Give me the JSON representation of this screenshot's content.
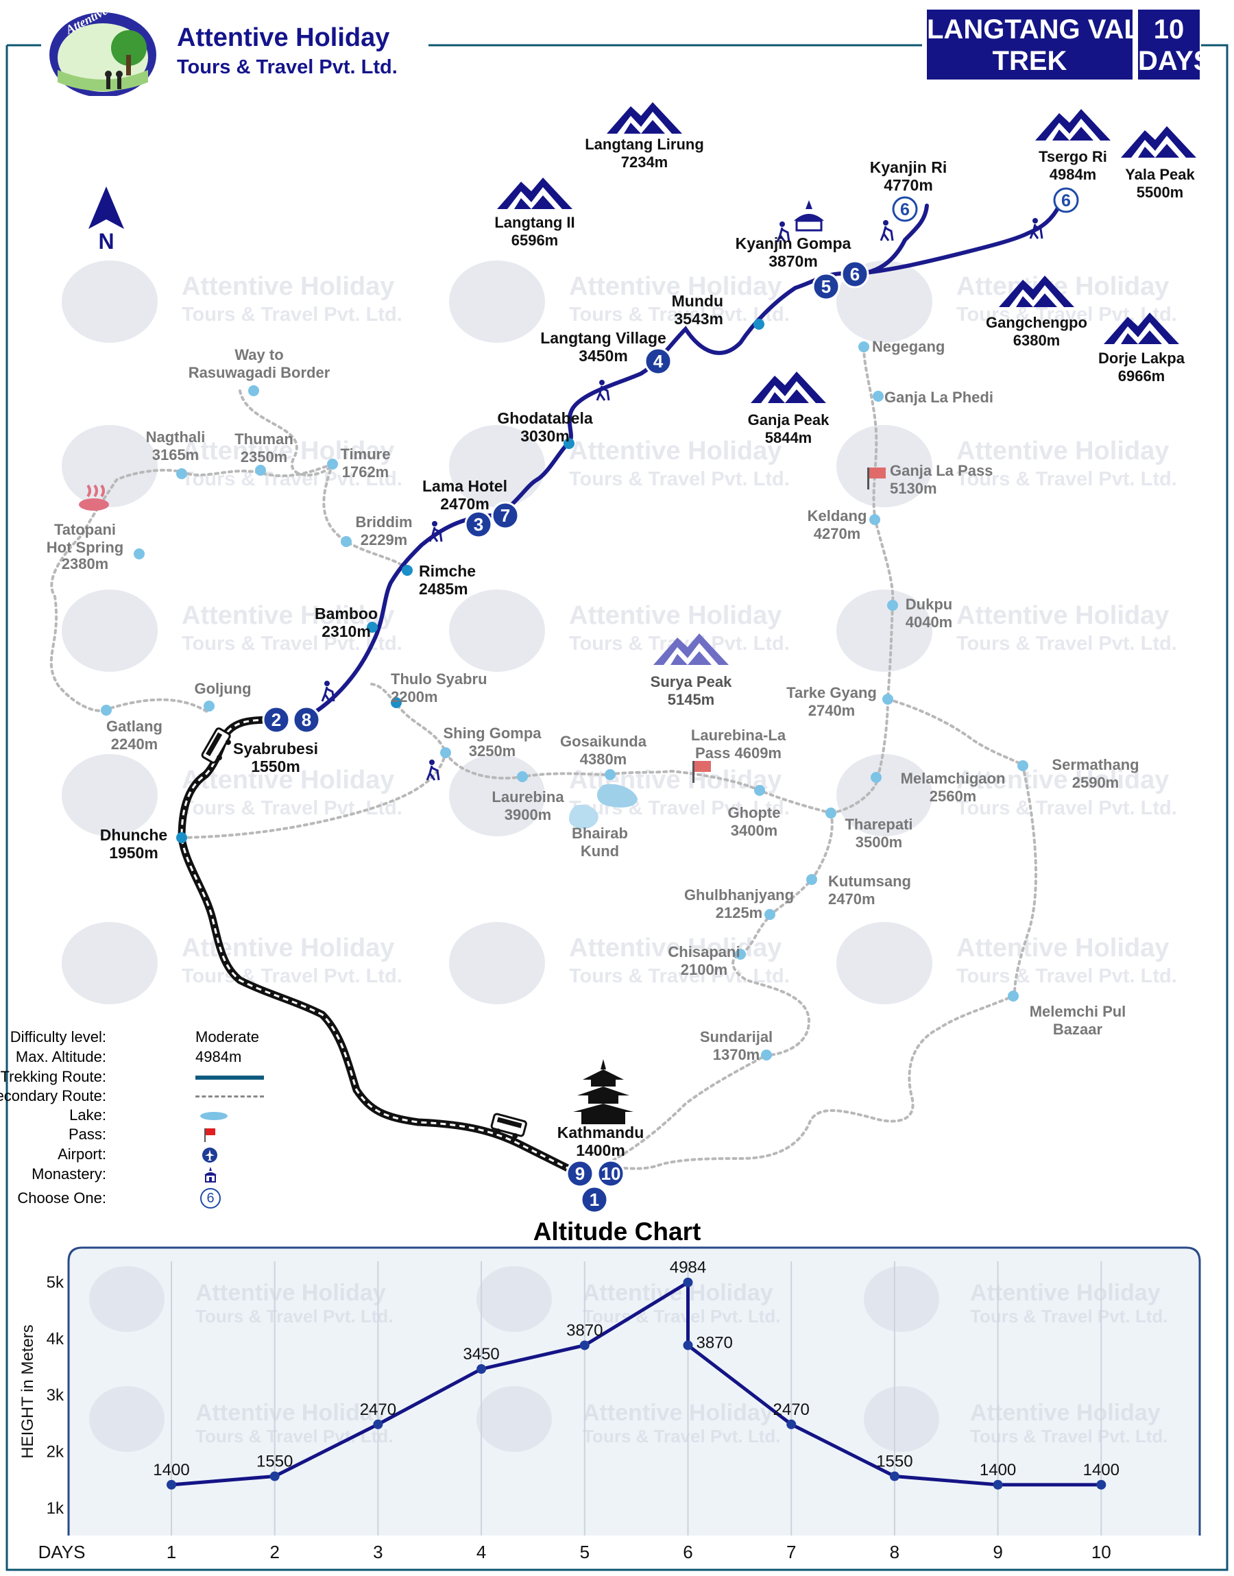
{
  "brand": {
    "name": "Attentive Holiday",
    "subtitle": "Tours & Travel Pvt. Ltd.",
    "logo_text": "Attentive Holiday"
  },
  "title": {
    "line1": "LANGTANG VALLEY",
    "line2": "TREK",
    "days_number": "10",
    "days_label": "DAYS"
  },
  "north_label": "N",
  "watermark": {
    "line1": "Attentive Holiday",
    "line2": "Tours & Travel Pvt. Ltd."
  },
  "peaks": [
    {
      "name": "Langtang Lirung",
      "alt": "7234m"
    },
    {
      "name": "Langtang II",
      "alt": "6596m"
    },
    {
      "name": "Tsergo Ri",
      "alt": "4984m"
    },
    {
      "name": "Yala Peak",
      "alt": "5500m"
    },
    {
      "name": "Gangchengpo",
      "alt": "6380m"
    },
    {
      "name": "Dorje Lakpa",
      "alt": "6966m"
    },
    {
      "name": "Ganja Peak",
      "alt": "5844m"
    },
    {
      "name": "Surya Peak",
      "alt": "5145m"
    }
  ],
  "places": [
    {
      "name": "Kyanjin Ri",
      "alt": "4770m"
    },
    {
      "name": "Kyanjin Gompa",
      "alt": "3870m"
    },
    {
      "name": "Mundu",
      "alt": "3543m"
    },
    {
      "name": "Langtang Village",
      "alt": "3450m"
    },
    {
      "name": "Ghodatabela",
      "alt": "3030m"
    },
    {
      "name": "Lama Hotel",
      "alt": "2470m"
    },
    {
      "name": "Rimche",
      "alt": "2485m"
    },
    {
      "name": "Bamboo",
      "alt": "2310m"
    },
    {
      "name": "Syabrubesi",
      "alt": "1550m"
    },
    {
      "name": "Dhunche",
      "alt": "1950m"
    },
    {
      "name": "Kathmandu",
      "alt": "1400m"
    },
    {
      "name": "Thulo Syabru",
      "alt": "2200m"
    },
    {
      "name": "Shing Gompa",
      "alt": "3250m"
    },
    {
      "name": "Gosaikunda",
      "alt": "4380m"
    },
    {
      "name": "Laurebina",
      "alt": "3900m"
    },
    {
      "name": "Laurebina-La",
      "alt": "Pass 4609m"
    },
    {
      "name": "Bhairab",
      "alt": "Kund"
    },
    {
      "name": "Ghopte",
      "alt": "3400m"
    },
    {
      "name": "Tharepati",
      "alt": "3500m"
    },
    {
      "name": "Kutumsang",
      "alt": "2470m"
    },
    {
      "name": "Ghulbhanjyang",
      "alt": "2125m"
    },
    {
      "name": "Chisapani",
      "alt": "2100m"
    },
    {
      "name": "Sundarijal",
      "alt": "1370m"
    },
    {
      "name": "Melemchi Pul",
      "alt": "Bazaar"
    },
    {
      "name": "Sermathang",
      "alt": "2590m"
    },
    {
      "name": "Melamchigaon",
      "alt": "2560m"
    },
    {
      "name": "Tarke Gyang",
      "alt": "2740m"
    },
    {
      "name": "Dukpu",
      "alt": "4040m"
    },
    {
      "name": "Keldang",
      "alt": "4270m"
    },
    {
      "name": "Ganja La Pass",
      "alt": "5130m"
    },
    {
      "name": "Ganja La Phedi",
      "alt": ""
    },
    {
      "name": "Negegang",
      "alt": ""
    },
    {
      "name": "Way to",
      "alt": "Rasuwagadi Border"
    },
    {
      "name": "Nagthali",
      "alt": "3165m"
    },
    {
      "name": "Thuman",
      "alt": "2350m"
    },
    {
      "name": "Timure",
      "alt": "1762m"
    },
    {
      "name": "Briddim",
      "alt": "2229m"
    },
    {
      "name": "Tatopani",
      "alt": "Hot Spring"
    },
    {
      "name": "Gatlang",
      "alt": "2240m"
    },
    {
      "name": "Goljung",
      "alt": ""
    }
  ],
  "tatopani_alt": "2380m",
  "day_markers": [
    "1",
    "2",
    "3",
    "4",
    "5",
    "6",
    "6",
    "6",
    "7",
    "8",
    "9",
    "10"
  ],
  "legend": {
    "difficulty_label": "Difficulty level:",
    "difficulty_value": "Moderate",
    "altitude_label": "Max. Altitude:",
    "altitude_value": "4984m",
    "trekking_label": "Trekking Route:",
    "secondary_label": "Secondary Route:",
    "lake_label": "Lake:",
    "pass_label": "Pass:",
    "airport_label": "Airport:",
    "monastery_label": "Monastery:",
    "choose_label": "Choose One:",
    "choose_value": "6"
  },
  "colors": {
    "navy": "#141486",
    "route": "#1a1a8c",
    "dot": "#1b8fc7",
    "secondary": "#b8b8b8",
    "flag": "#e06a6a",
    "chart_bg": "#eef3f8",
    "frame": "#0f5672"
  },
  "chart_data": {
    "type": "line",
    "title": "Altitude Chart",
    "xlabel": "DAYS",
    "ylabel": "HEIGHT in Meters",
    "ytick_labels": [
      "1k",
      "2k",
      "3k",
      "4k",
      "5k"
    ],
    "ytick_values": [
      1000,
      2000,
      3000,
      4000,
      5000
    ],
    "ylim": [
      500,
      5600
    ],
    "grid": "vertical",
    "points": [
      {
        "x": 1,
        "y": 1400
      },
      {
        "x": 2,
        "y": 1550
      },
      {
        "x": 3,
        "y": 2470
      },
      {
        "x": 4,
        "y": 3450
      },
      {
        "x": 5,
        "y": 3870
      },
      {
        "x": 6,
        "y": 4984
      },
      {
        "x": 6,
        "y": 3870
      },
      {
        "x": 7,
        "y": 2470
      },
      {
        "x": 8,
        "y": 1550
      },
      {
        "x": 9,
        "y": 1400
      },
      {
        "x": 10,
        "y": 1400
      }
    ],
    "x_ticks": [
      1,
      2,
      3,
      4,
      5,
      6,
      7,
      8,
      9,
      10
    ]
  }
}
